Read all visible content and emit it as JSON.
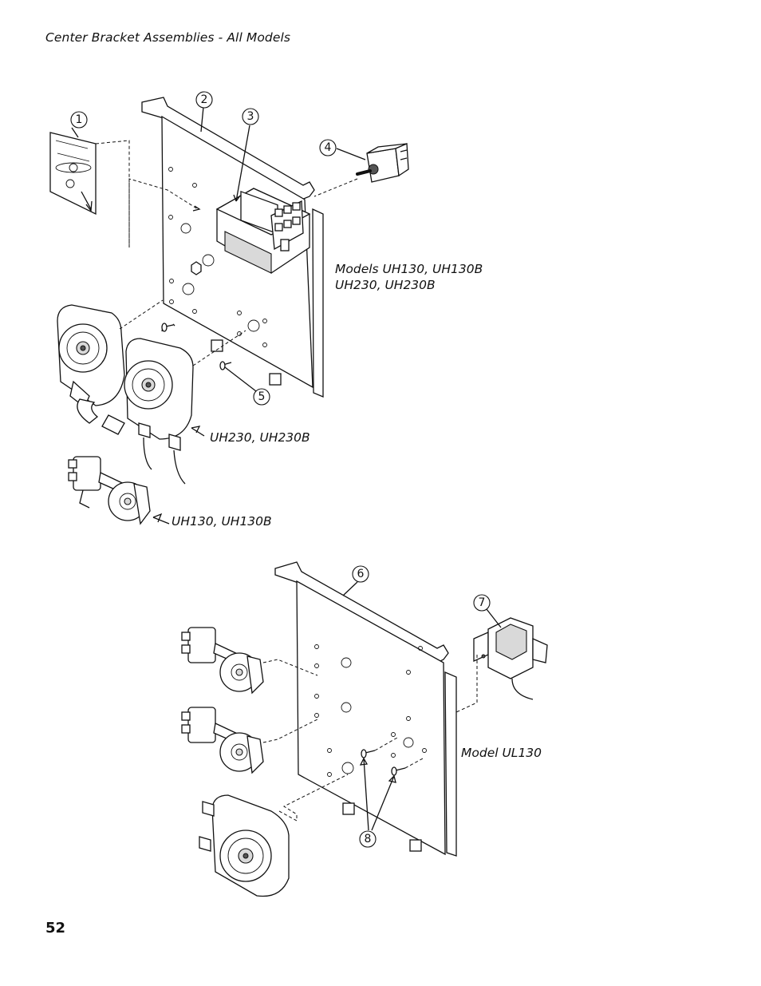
{
  "header": {
    "title": "Center Bracket Assemblies - All Models"
  },
  "footer": {
    "page_number": "52"
  },
  "labels": {
    "models_uh_line1": "Models UH130, UH130B",
    "models_uh_line2": "UH230, UH230B",
    "uh230": "UH230, UH230B",
    "uh130": "UH130, UH130B",
    "ul130": "Model UL130"
  },
  "callouts": [
    "1",
    "2",
    "3",
    "4",
    "5",
    "6",
    "7",
    "8"
  ]
}
